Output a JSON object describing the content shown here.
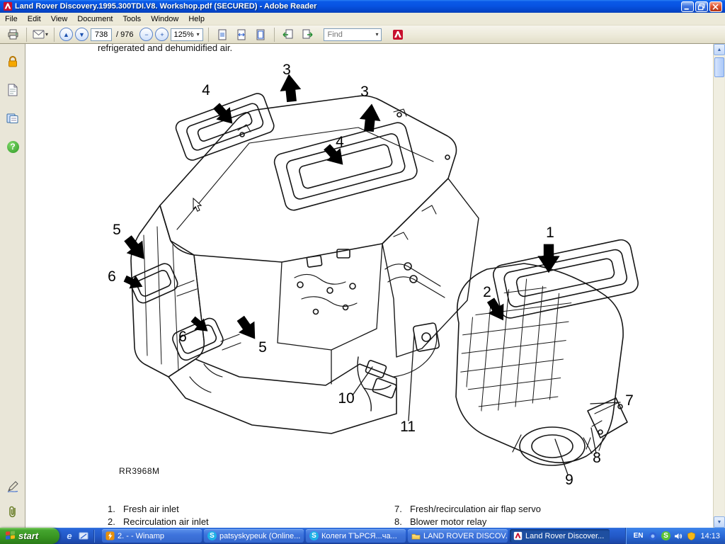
{
  "window": {
    "title": "Land Rover Discovery.1995.300TDI.V8. Workshop.pdf (SECURED) - Adobe Reader"
  },
  "menu": {
    "items": [
      "File",
      "Edit",
      "View",
      "Document",
      "Tools",
      "Window",
      "Help"
    ]
  },
  "toolbar": {
    "page_current": "738",
    "page_total": "/ 976",
    "zoom_level": "125%",
    "find_placeholder": "Find"
  },
  "icons": {
    "caret_down": "▾",
    "arrow_up": "▲",
    "arrow_down": "▼",
    "zoom_in": "+",
    "zoom_out": "−",
    "help_glyph": "?",
    "skype_glyph": "S",
    "ie_glyph": "e"
  },
  "document": {
    "top_text": "refrigerated and dehumidified air.",
    "figure_code": "RR3968M",
    "callouts": [
      {
        "label": "3"
      },
      {
        "label": "3"
      },
      {
        "label": "4"
      },
      {
        "label": "4"
      },
      {
        "label": "1"
      },
      {
        "label": "2"
      },
      {
        "label": "5"
      },
      {
        "label": "5"
      },
      {
        "label": "6"
      },
      {
        "label": "6"
      },
      {
        "label": "7"
      },
      {
        "label": "8"
      },
      {
        "label": "9"
      },
      {
        "label": "10"
      },
      {
        "label": "11"
      }
    ],
    "legend": {
      "left": [
        {
          "num": "1.",
          "text": "Fresh air inlet"
        },
        {
          "num": "2.",
          "text": "Recirculation air inlet"
        }
      ],
      "right": [
        {
          "num": "7.",
          "text": "Fresh/recirculation air flap servo"
        },
        {
          "num": "8.",
          "text": "Blower motor relay"
        }
      ]
    }
  },
  "taskbar": {
    "start_label": "start",
    "buttons": [
      {
        "label": "2. - - Winamp"
      },
      {
        "label": "patsyskypeuk (Online..."
      },
      {
        "label": "Колеги ТЪРСЯ...ча..."
      },
      {
        "label": "LAND ROVER DISCOV..."
      },
      {
        "label": "Land Rover Discover..."
      }
    ],
    "tray": {
      "language": "EN",
      "time": "14:13"
    }
  }
}
